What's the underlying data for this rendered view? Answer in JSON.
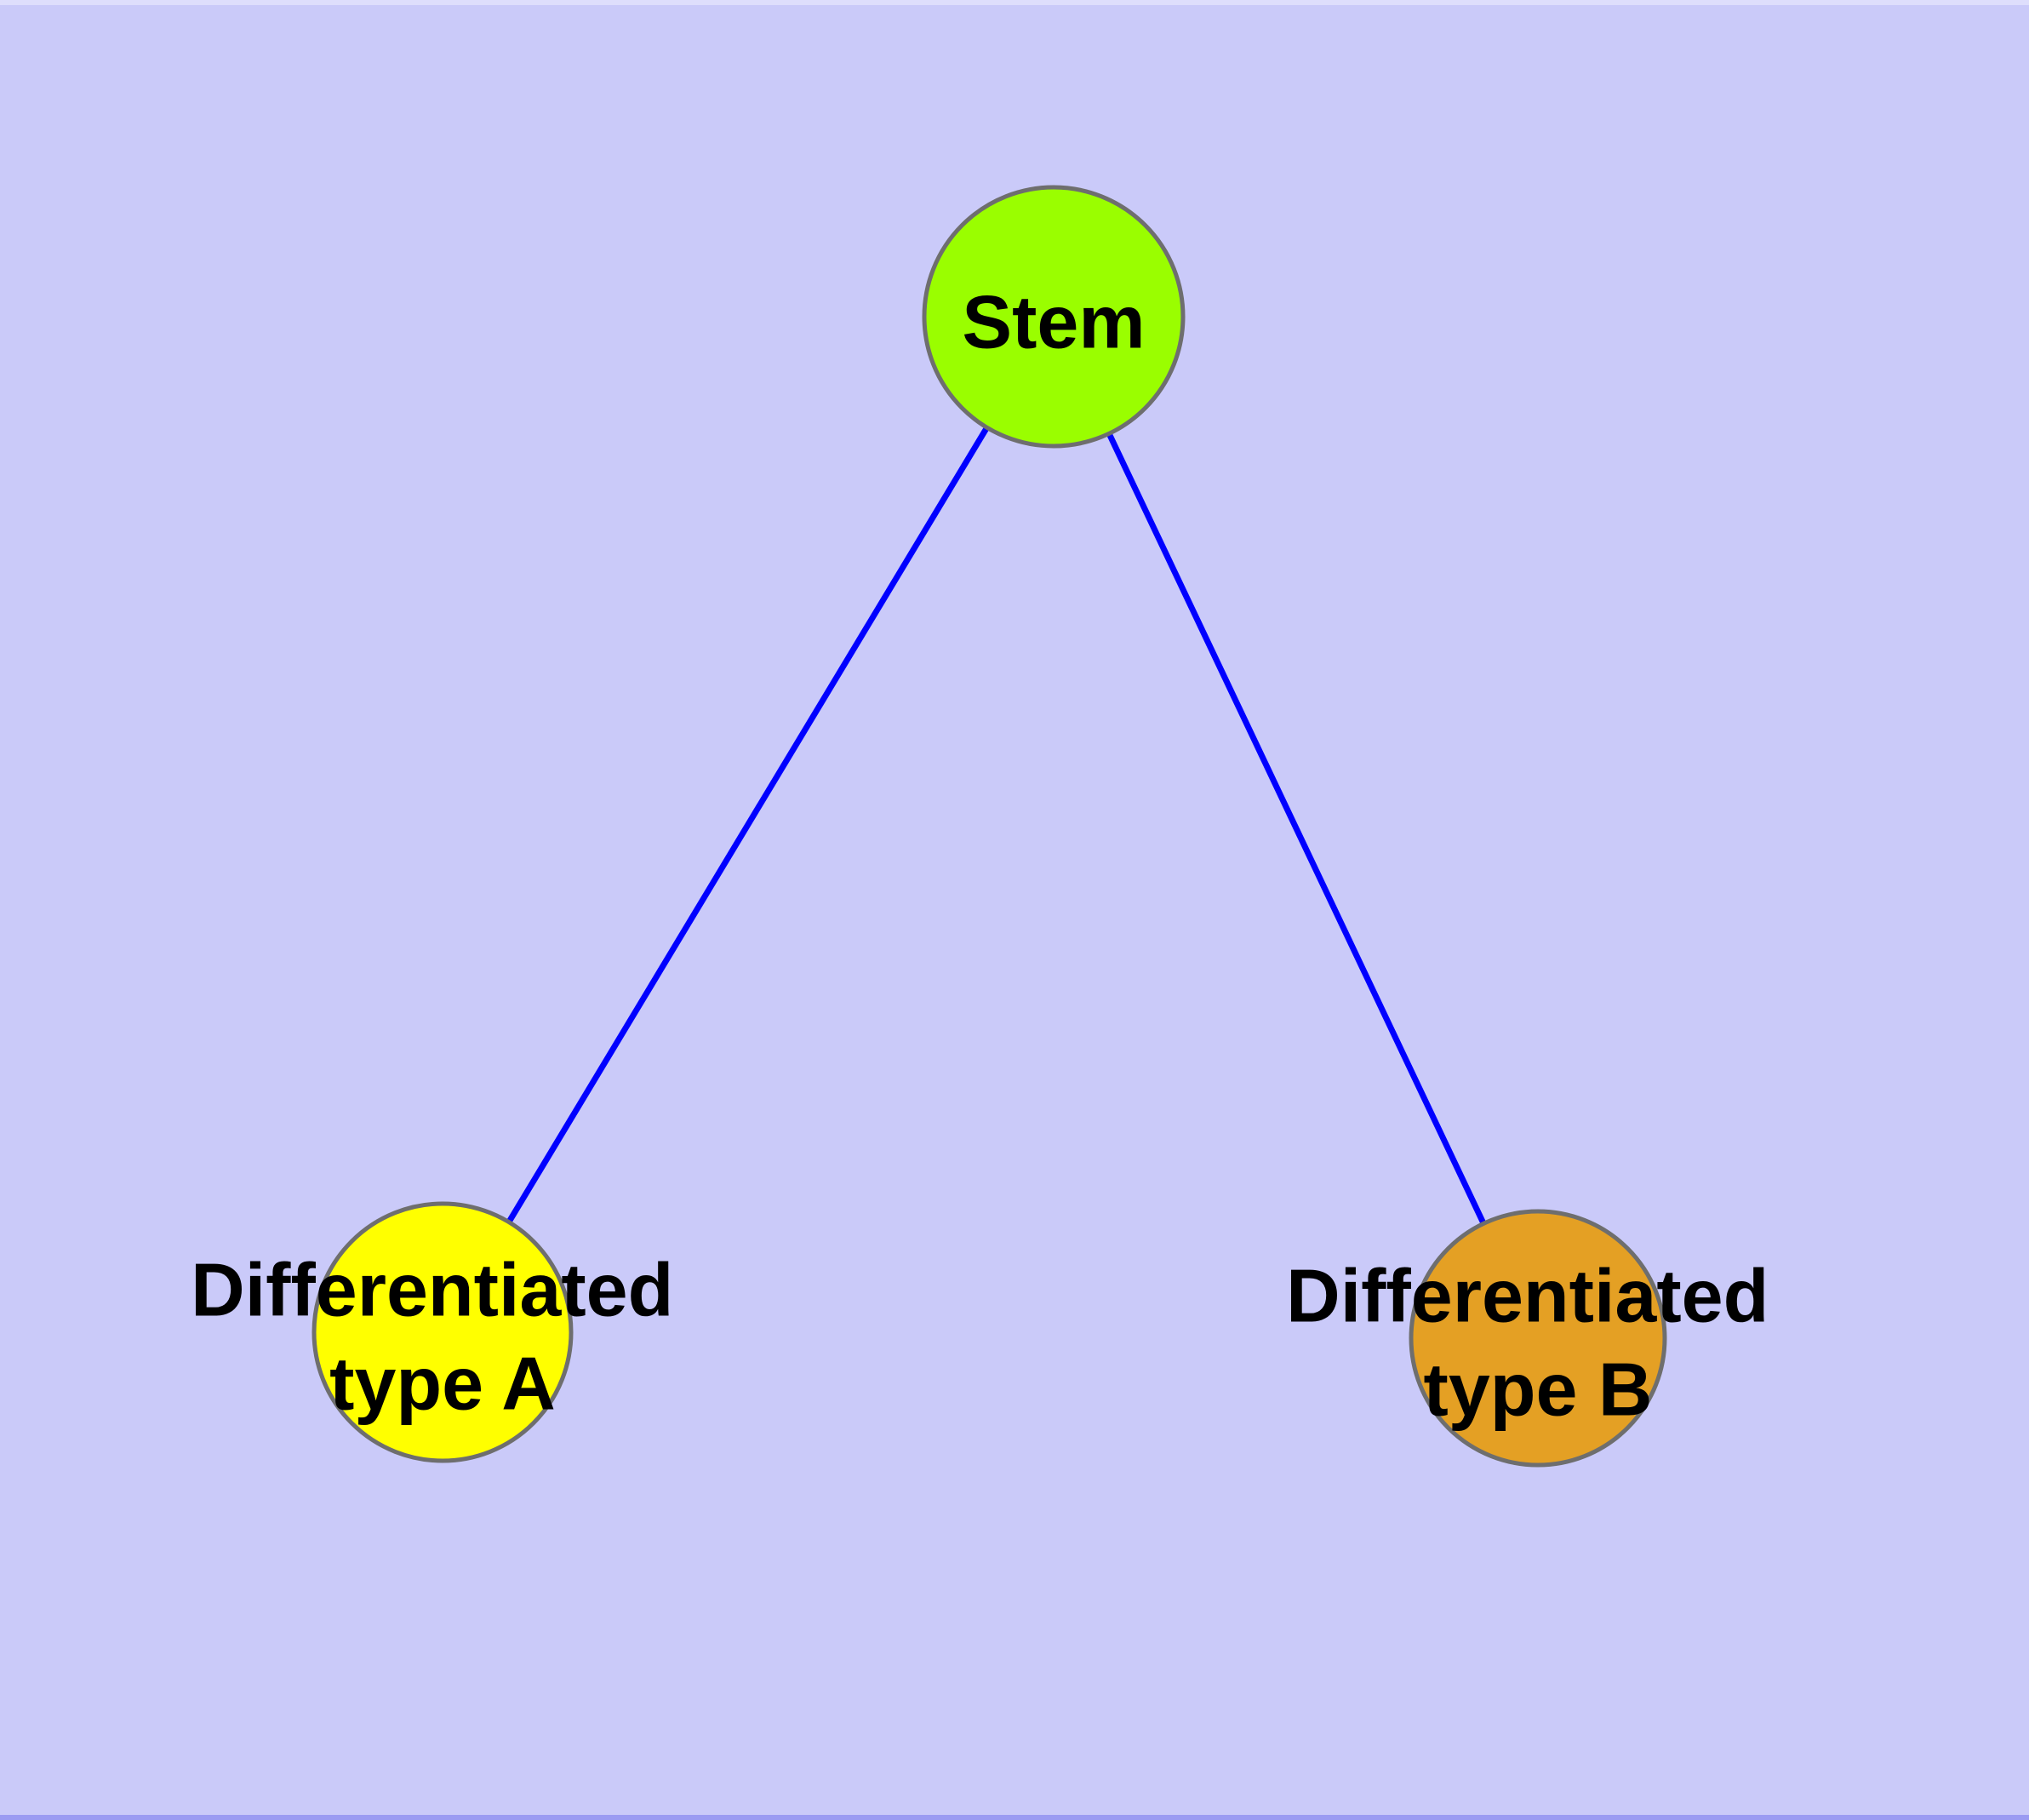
{
  "diagram": {
    "type": "graph",
    "background_color": "#CACAF9",
    "top_edge_strip_color": "#DEDEFC",
    "bottom_edge_strip_color": "#9B9BF2",
    "edge_color": "#0000FF",
    "node_border_color": "#6E6E6E",
    "label_text_color": "#000000",
    "nodes": [
      {
        "id": "stem",
        "label_lines": [
          "Stem"
        ],
        "fill_color": "#9AFE00"
      },
      {
        "id": "differentiated-type-a",
        "label_lines": [
          "Differentiated",
          "type A"
        ],
        "fill_color": "#FFFF00"
      },
      {
        "id": "differentiated-type-b",
        "label_lines": [
          "Differentiated",
          "type B"
        ],
        "fill_color": "#E4A024"
      }
    ],
    "edges": [
      {
        "from": "stem",
        "to": "differentiated-type-a"
      },
      {
        "from": "stem",
        "to": "differentiated-type-b"
      }
    ]
  }
}
